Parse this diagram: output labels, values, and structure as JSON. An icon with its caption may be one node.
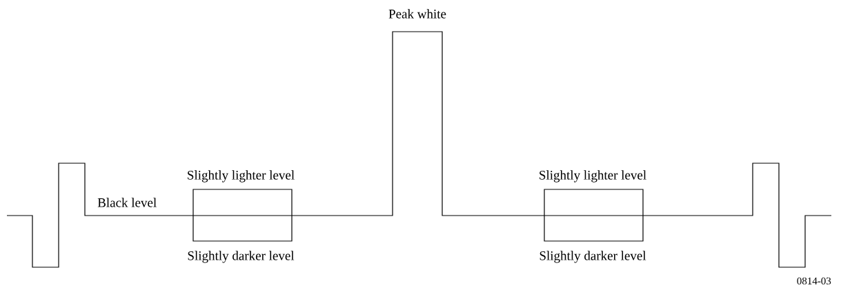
{
  "diagram": {
    "labels": [
      "Peak white",
      "Slightly lighter level",
      "Slightly lighter level",
      "Black level",
      "Slightly darker level",
      "Slightly darker level",
      "0814-03"
    ]
  }
}
